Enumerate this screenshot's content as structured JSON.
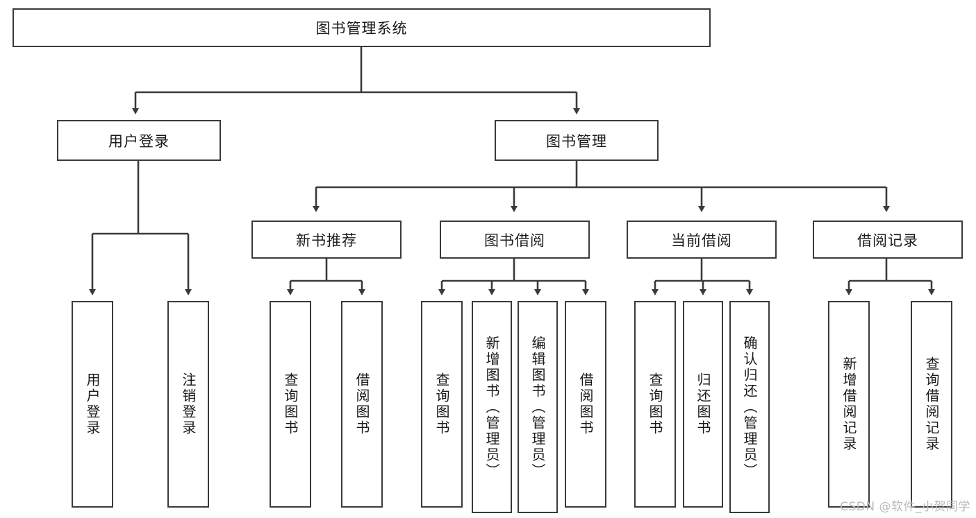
{
  "diagram": {
    "title": "图书管理系统",
    "type": "tree-hierarchy-chart",
    "colors": {
      "box_border": "#3a3a3a",
      "box_fill": "#ffffff",
      "connector": "#3a3a3a",
      "text": "#1a1a1a",
      "watermark": "#b9b9b9"
    },
    "root": {
      "label": "图书管理系统"
    },
    "level2": [
      {
        "id": "user-login",
        "label": "用户登录"
      },
      {
        "id": "book-management",
        "label": "图书管理"
      }
    ],
    "level3": [
      {
        "id": "new-book-recommend",
        "label": "新书推荐"
      },
      {
        "id": "book-borrow",
        "label": "图书借阅"
      },
      {
        "id": "current-borrow",
        "label": "当前借阅"
      },
      {
        "id": "borrow-record",
        "label": "借阅记录"
      }
    ],
    "leaves": {
      "user_login": [
        {
          "id": "leaf-user-login",
          "label": "用户登录"
        },
        {
          "id": "leaf-logout-login",
          "label": "注销登录"
        }
      ],
      "new_book_recommend": [
        {
          "id": "leaf-query-book-1",
          "label": "查询图书"
        },
        {
          "id": "leaf-borrow-book-1",
          "label": "借阅图书"
        }
      ],
      "book_borrow": [
        {
          "id": "leaf-query-book-2",
          "label": "查询图书"
        },
        {
          "id": "leaf-add-book",
          "label": "新增图书（管理员）"
        },
        {
          "id": "leaf-edit-book",
          "label": "编辑图书（管理员）"
        },
        {
          "id": "leaf-borrow-book-2",
          "label": "借阅图书"
        }
      ],
      "current_borrow": [
        {
          "id": "leaf-query-book-3",
          "label": "查询图书"
        },
        {
          "id": "leaf-return-book",
          "label": "归还图书"
        },
        {
          "id": "leaf-confirm-return",
          "label": "确认归还（管理员）"
        }
      ],
      "borrow_record": [
        {
          "id": "leaf-add-record",
          "label": "新增借阅记录"
        },
        {
          "id": "leaf-query-record",
          "label": "查询借阅记录"
        }
      ]
    }
  },
  "watermark": {
    "text": "CSDN @软件_小贺同学"
  }
}
